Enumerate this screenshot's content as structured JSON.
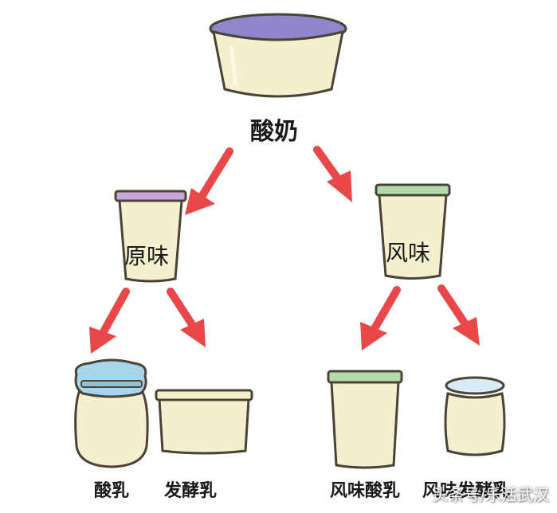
{
  "nodes": {
    "root": "酸奶",
    "plain": "原味",
    "flavored": "风味",
    "plain_children": [
      "酸乳",
      "发酵乳"
    ],
    "flavored_children": [
      "风味酸乳",
      "风味发酵乳"
    ]
  },
  "watermark": "头条号/乐活武汉",
  "colors": {
    "cup_fill": "#f4f0cf",
    "cup_outline": "#4a4436",
    "arrow": "#e8484a",
    "lid_purple": "#a6a0d6",
    "lid_green": "#b6dbaa",
    "lid_blue": "#a9d5ea"
  }
}
